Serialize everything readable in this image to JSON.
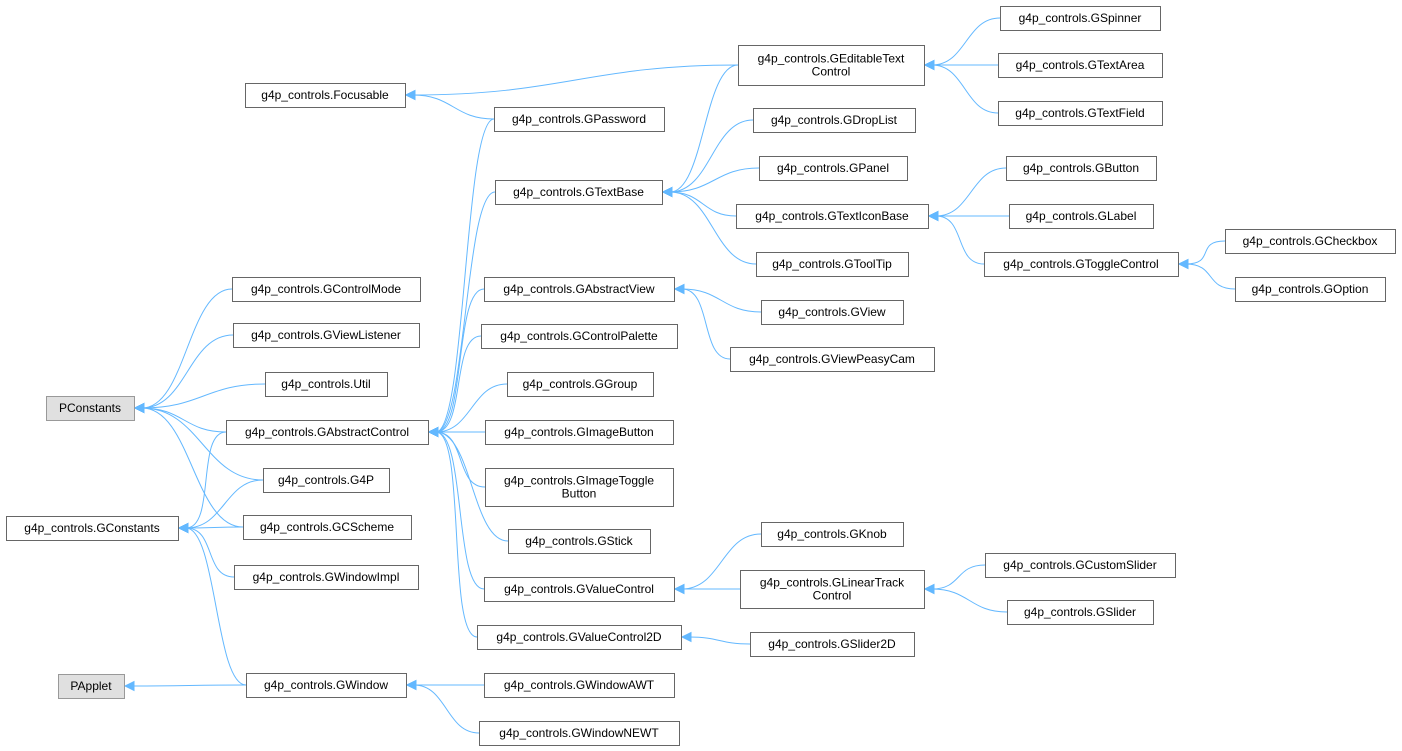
{
  "colors": {
    "edge": "#63b8ff",
    "node_border": "#666666",
    "external_fill": "#e0e0e0",
    "external_border": "#999999",
    "background": "#ffffff"
  },
  "nodes": [
    {
      "id": "PConstants",
      "lines": [
        "PConstants"
      ],
      "external": true
    },
    {
      "id": "PApplet",
      "lines": [
        "PApplet"
      ],
      "external": true
    },
    {
      "id": "GConstants",
      "lines": [
        "g4p_controls.GConstants"
      ]
    },
    {
      "id": "Focusable",
      "lines": [
        "g4p_controls.Focusable"
      ]
    },
    {
      "id": "GControlMode",
      "lines": [
        "g4p_controls.GControlMode"
      ]
    },
    {
      "id": "GViewListener",
      "lines": [
        "g4p_controls.GViewListener"
      ]
    },
    {
      "id": "Util",
      "lines": [
        "g4p_controls.Util"
      ]
    },
    {
      "id": "GAbstractControl",
      "lines": [
        "g4p_controls.GAbstractControl"
      ]
    },
    {
      "id": "G4P",
      "lines": [
        "g4p_controls.G4P"
      ]
    },
    {
      "id": "GCScheme",
      "lines": [
        "g4p_controls.GCScheme"
      ]
    },
    {
      "id": "GWindowImpl",
      "lines": [
        "g4p_controls.GWindowImpl"
      ]
    },
    {
      "id": "GWindow",
      "lines": [
        "g4p_controls.GWindow"
      ]
    },
    {
      "id": "GPassword",
      "lines": [
        "g4p_controls.GPassword"
      ]
    },
    {
      "id": "GTextBase",
      "lines": [
        "g4p_controls.GTextBase"
      ]
    },
    {
      "id": "GAbstractView",
      "lines": [
        "g4p_controls.GAbstractView"
      ]
    },
    {
      "id": "GControlPalette",
      "lines": [
        "g4p_controls.GControlPalette"
      ]
    },
    {
      "id": "GGroup",
      "lines": [
        "g4p_controls.GGroup"
      ]
    },
    {
      "id": "GImageButton",
      "lines": [
        "g4p_controls.GImageButton"
      ]
    },
    {
      "id": "GImageToggleButton",
      "lines": [
        "g4p_controls.GImageToggle",
        "Button"
      ]
    },
    {
      "id": "GStick",
      "lines": [
        "g4p_controls.GStick"
      ]
    },
    {
      "id": "GValueControl",
      "lines": [
        "g4p_controls.GValueControl"
      ]
    },
    {
      "id": "GValueControl2D",
      "lines": [
        "g4p_controls.GValueControl2D"
      ]
    },
    {
      "id": "GWindowAWT",
      "lines": [
        "g4p_controls.GWindowAWT"
      ]
    },
    {
      "id": "GWindowNEWT",
      "lines": [
        "g4p_controls.GWindowNEWT"
      ]
    },
    {
      "id": "GEditableTextControl",
      "lines": [
        "g4p_controls.GEditableText",
        "Control"
      ]
    },
    {
      "id": "GDropList",
      "lines": [
        "g4p_controls.GDropList"
      ]
    },
    {
      "id": "GPanel",
      "lines": [
        "g4p_controls.GPanel"
      ]
    },
    {
      "id": "GTextIconBase",
      "lines": [
        "g4p_controls.GTextIconBase"
      ]
    },
    {
      "id": "GToolTip",
      "lines": [
        "g4p_controls.GToolTip"
      ]
    },
    {
      "id": "GView",
      "lines": [
        "g4p_controls.GView"
      ]
    },
    {
      "id": "GViewPeasyCam",
      "lines": [
        "g4p_controls.GViewPeasyCam"
      ]
    },
    {
      "id": "GKnob",
      "lines": [
        "g4p_controls.GKnob"
      ]
    },
    {
      "id": "GLinearTrackControl",
      "lines": [
        "g4p_controls.GLinearTrack",
        "Control"
      ]
    },
    {
      "id": "GSlider2D",
      "lines": [
        "g4p_controls.GSlider2D"
      ]
    },
    {
      "id": "GSpinner",
      "lines": [
        "g4p_controls.GSpinner"
      ]
    },
    {
      "id": "GTextArea",
      "lines": [
        "g4p_controls.GTextArea"
      ]
    },
    {
      "id": "GTextField",
      "lines": [
        "g4p_controls.GTextField"
      ]
    },
    {
      "id": "GButton",
      "lines": [
        "g4p_controls.GButton"
      ]
    },
    {
      "id": "GLabel",
      "lines": [
        "g4p_controls.GLabel"
      ]
    },
    {
      "id": "GToggleControl",
      "lines": [
        "g4p_controls.GToggleControl"
      ]
    },
    {
      "id": "GCustomSlider",
      "lines": [
        "g4p_controls.GCustomSlider"
      ]
    },
    {
      "id": "GSlider",
      "lines": [
        "g4p_controls.GSlider"
      ]
    },
    {
      "id": "GCheckbox",
      "lines": [
        "g4p_controls.GCheckbox"
      ]
    },
    {
      "id": "GOption",
      "lines": [
        "g4p_controls.GOption"
      ]
    }
  ],
  "edges": [
    {
      "parent": "PConstants",
      "child": "GControlMode"
    },
    {
      "parent": "PConstants",
      "child": "GViewListener"
    },
    {
      "parent": "PConstants",
      "child": "Util"
    },
    {
      "parent": "PConstants",
      "child": "GAbstractControl"
    },
    {
      "parent": "PConstants",
      "child": "G4P"
    },
    {
      "parent": "PConstants",
      "child": "GCScheme"
    },
    {
      "parent": "GConstants",
      "child": "GAbstractControl"
    },
    {
      "parent": "GConstants",
      "child": "G4P"
    },
    {
      "parent": "GConstants",
      "child": "GCScheme"
    },
    {
      "parent": "GConstants",
      "child": "GWindowImpl"
    },
    {
      "parent": "GConstants",
      "child": "GWindow"
    },
    {
      "parent": "PApplet",
      "child": "GWindow"
    },
    {
      "parent": "Focusable",
      "child": "GEditableTextControl"
    },
    {
      "parent": "Focusable",
      "child": "GPassword"
    },
    {
      "parent": "GAbstractControl",
      "child": "GPassword"
    },
    {
      "parent": "GAbstractControl",
      "child": "GTextBase"
    },
    {
      "parent": "GAbstractControl",
      "child": "GAbstractView"
    },
    {
      "parent": "GAbstractControl",
      "child": "GControlPalette"
    },
    {
      "parent": "GAbstractControl",
      "child": "GGroup"
    },
    {
      "parent": "GAbstractControl",
      "child": "GImageButton"
    },
    {
      "parent": "GAbstractControl",
      "child": "GImageToggleButton"
    },
    {
      "parent": "GAbstractControl",
      "child": "GStick"
    },
    {
      "parent": "GAbstractControl",
      "child": "GValueControl"
    },
    {
      "parent": "GAbstractControl",
      "child": "GValueControl2D"
    },
    {
      "parent": "GTextBase",
      "child": "GEditableTextControl"
    },
    {
      "parent": "GTextBase",
      "child": "GDropList"
    },
    {
      "parent": "GTextBase",
      "child": "GPanel"
    },
    {
      "parent": "GTextBase",
      "child": "GTextIconBase"
    },
    {
      "parent": "GTextBase",
      "child": "GToolTip"
    },
    {
      "parent": "GEditableTextControl",
      "child": "GSpinner"
    },
    {
      "parent": "GEditableTextControl",
      "child": "GTextArea"
    },
    {
      "parent": "GEditableTextControl",
      "child": "GTextField"
    },
    {
      "parent": "GTextIconBase",
      "child": "GButton"
    },
    {
      "parent": "GTextIconBase",
      "child": "GLabel"
    },
    {
      "parent": "GTextIconBase",
      "child": "GToggleControl"
    },
    {
      "parent": "GToggleControl",
      "child": "GCheckbox"
    },
    {
      "parent": "GToggleControl",
      "child": "GOption"
    },
    {
      "parent": "GAbstractView",
      "child": "GView"
    },
    {
      "parent": "GAbstractView",
      "child": "GViewPeasyCam"
    },
    {
      "parent": "GValueControl",
      "child": "GKnob"
    },
    {
      "parent": "GValueControl",
      "child": "GLinearTrackControl"
    },
    {
      "parent": "GLinearTrackControl",
      "child": "GCustomSlider"
    },
    {
      "parent": "GLinearTrackControl",
      "child": "GSlider"
    },
    {
      "parent": "GValueControl2D",
      "child": "GSlider2D"
    },
    {
      "parent": "GWindow",
      "child": "GWindowAWT"
    },
    {
      "parent": "GWindow",
      "child": "GWindowNEWT"
    }
  ]
}
